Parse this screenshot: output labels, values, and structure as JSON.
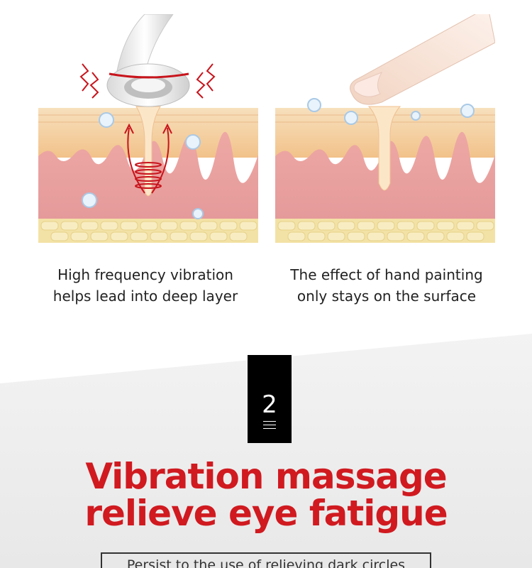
{
  "panels": {
    "left_caption_line1": "High frequency vibration",
    "left_caption_line2": "helps lead into deep layer",
    "right_caption_line1": "The effect of hand painting",
    "right_caption_line2": "only stays on the surface"
  },
  "section": {
    "number": "2",
    "headline_line1": "Vibration massage",
    "headline_line2": "relieve eye fatigue",
    "subtitle": "Persist to the use of relieving dark circles"
  },
  "colors": {
    "headline_red": "#d01a20",
    "badge_black": "#000000",
    "skin_top": "#f6d9b0",
    "skin_mid": "#f3c48f",
    "dermis": "#e9a0a0",
    "fat": "#f1e3a6"
  },
  "icons": {
    "device": "massage-wand-icon",
    "finger": "finger-icon",
    "vibration": "zigzag-vibration-icon",
    "bubble": "water-bubble-icon"
  }
}
